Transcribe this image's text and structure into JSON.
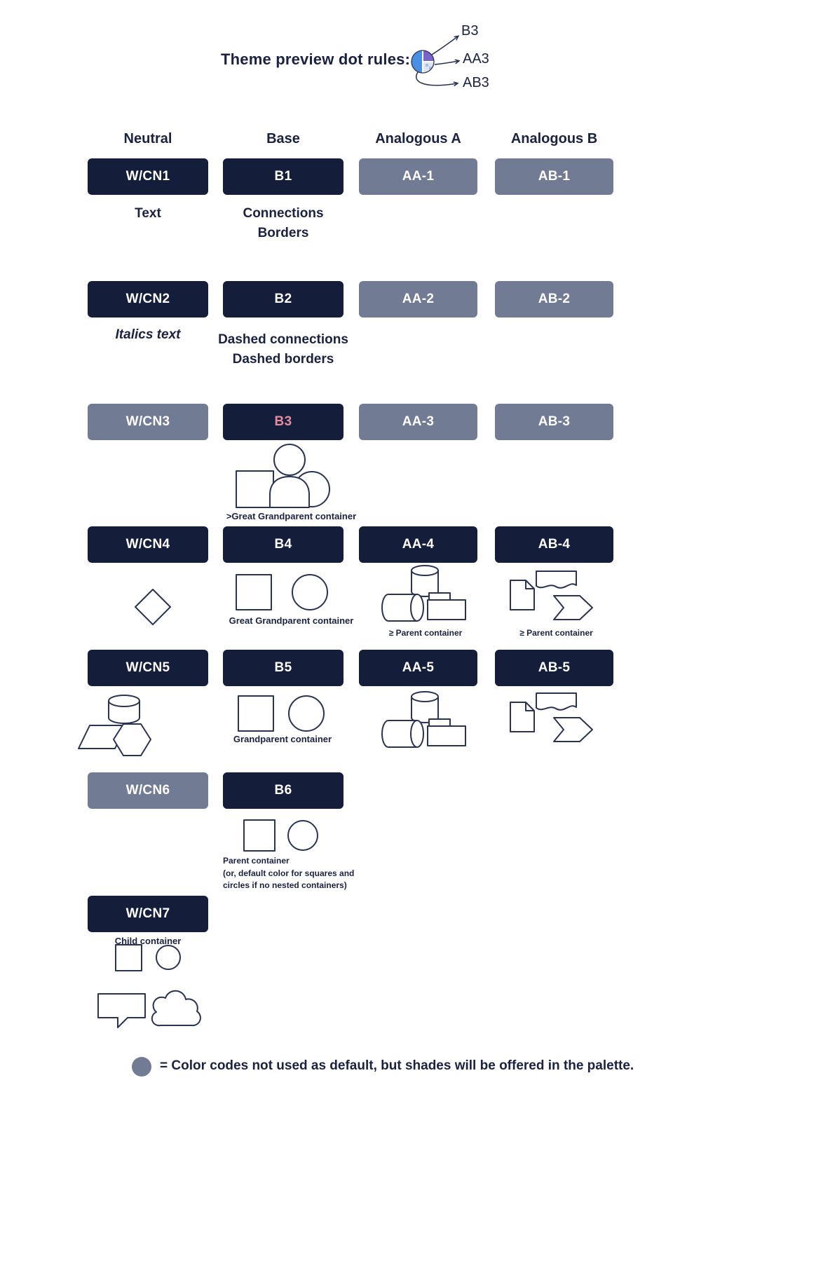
{
  "title": "Theme preview dot rules:",
  "dot_labels": {
    "b3": "B3",
    "aa3": "AA3",
    "ab3": "AB3"
  },
  "column_headers": {
    "neutral": "Neutral",
    "base": "Base",
    "analogous_a": "Analogous A",
    "analogous_b": "Analogous B"
  },
  "pills": {
    "wcn1": "W/CN1",
    "wcn2": "W/CN2",
    "wcn3": "W/CN3",
    "wcn4": "W/CN4",
    "wcn5": "W/CN5",
    "wcn6": "W/CN6",
    "wcn7": "W/CN7",
    "b1": "B1",
    "b2": "B2",
    "b3": "B3",
    "b4": "B4",
    "b5": "B5",
    "b6": "B6",
    "aa1": "AA-1",
    "aa2": "AA-2",
    "aa3": "AA-3",
    "aa4": "AA-4",
    "aa5": "AA-5",
    "ab1": "AB-1",
    "ab2": "AB-2",
    "ab3": "AB-3",
    "ab4": "AB-4",
    "ab5": "AB-5"
  },
  "notes": {
    "wcn1": "Text",
    "wcn2": "Italics text",
    "b1_line1": "Connections",
    "b1_line2": "Borders",
    "b2_line1": "Dashed connections",
    "b2_line2": "Dashed borders",
    "b3_shapes": ">Great Grandparent container",
    "b4_shapes": "Great Grandparent container",
    "b5_shapes": "Grandparent container",
    "b6_line1": "Parent container",
    "b6_line2": "(or, default color for squares and circles if no nested containers)",
    "aa4_shapes": "≥ Parent container",
    "ab4_shapes": "≥ Parent container",
    "wcn7": "Child container"
  },
  "footer": {
    "text": "= Color codes not used as default, but shades will be offered in the palette."
  },
  "colors": {
    "pill_dark": "#141d3a",
    "pill_slate": "#717b93",
    "b3_label_pink": "#e78ba3",
    "text_navy": "#1b2240",
    "shape_stroke": "#2a334f",
    "dot_blue": "#4a90e2",
    "dot_purple": "#7a64c9",
    "footer_dot": "#717b93"
  }
}
